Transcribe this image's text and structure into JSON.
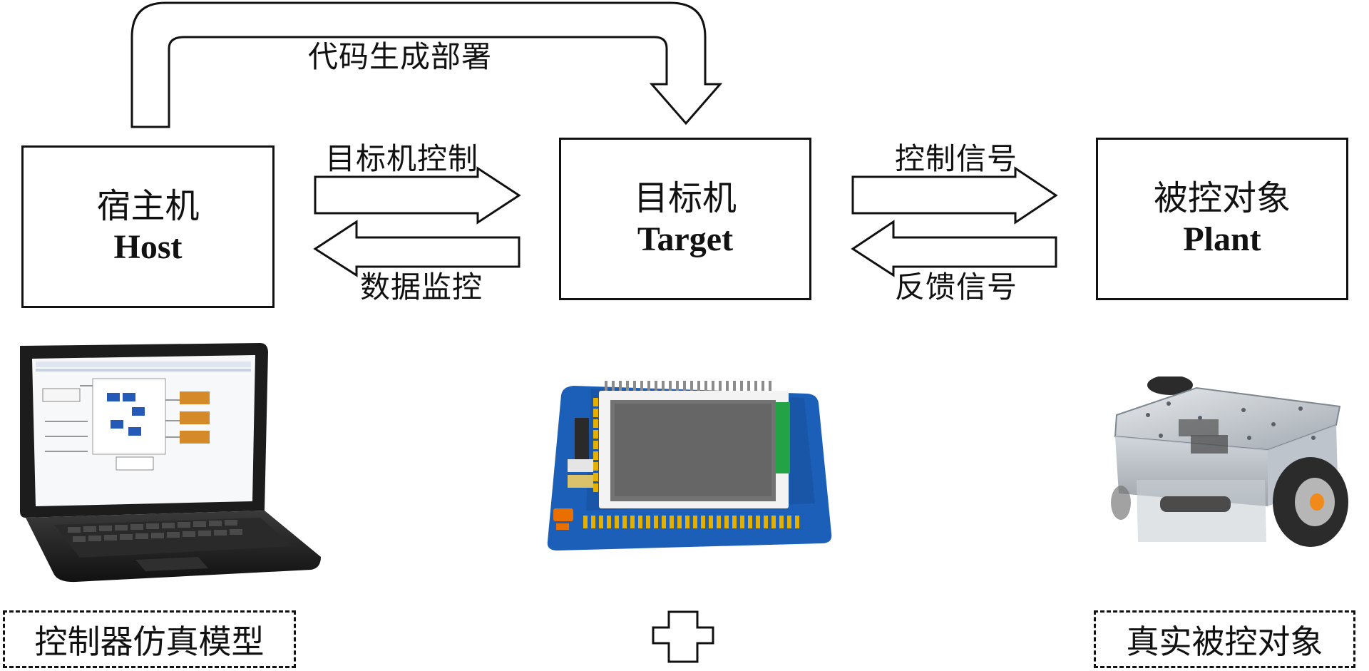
{
  "top_arrow": {
    "label": "代码生成部署"
  },
  "boxes": {
    "host": {
      "cn": "宿主机",
      "en": "Host"
    },
    "target": {
      "cn": "目标机",
      "en": "Target"
    },
    "plant": {
      "cn": "被控对象",
      "en": "Plant"
    }
  },
  "arrows": {
    "host_to_target": {
      "label": "目标机控制"
    },
    "target_to_host": {
      "label": "数据监控"
    },
    "target_to_plant": {
      "label": "控制信号"
    },
    "plant_to_target": {
      "label": "反馈信号"
    }
  },
  "captions": {
    "left": "控制器仿真模型",
    "right": "真实被控对象"
  },
  "icons": {
    "plus": "plus-icon",
    "laptop": "laptop-icon",
    "board": "board-icon",
    "robot": "robot-car-icon"
  },
  "colors": {
    "stroke": "#111111",
    "board_blue": "#1c5fb8",
    "pin_yellow": "#e3b000",
    "screen_gray": "#6d6d6d",
    "metal": "#bfc5cc",
    "wheel": "#2b2b2b",
    "hub_orange": "#f08a1b"
  }
}
